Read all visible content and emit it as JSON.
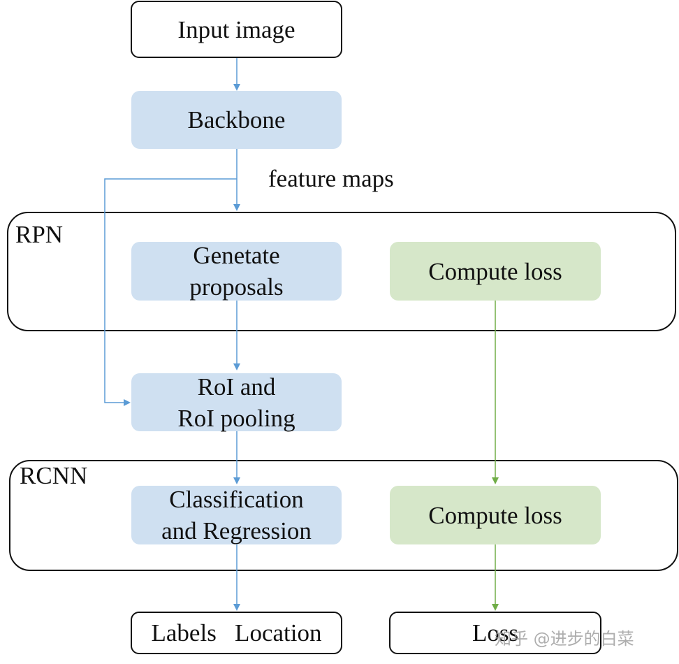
{
  "nodes": {
    "input_image": "Input image",
    "backbone": "Backbone",
    "generate_proposals": "Genetate\nproposals",
    "rpn_compute_loss": "Compute loss",
    "roi_pooling": "RoI and\nRoI pooling",
    "classification_regression": "Classification\nand Regression",
    "rcnn_compute_loss": "Compute loss",
    "labels_location": "Labels   Location",
    "loss": "Loss"
  },
  "groups": {
    "rpn": "RPN",
    "rcnn": "RCNN"
  },
  "edge_labels": {
    "feature_maps": "feature maps"
  },
  "watermark": "知乎 @进步的白菜",
  "colors": {
    "blue_fill": "#cfe0f1",
    "green_fill": "#d6e7c9",
    "blue_arrow": "#5b9bd5",
    "green_arrow": "#70ad47",
    "outline": "#111111"
  }
}
